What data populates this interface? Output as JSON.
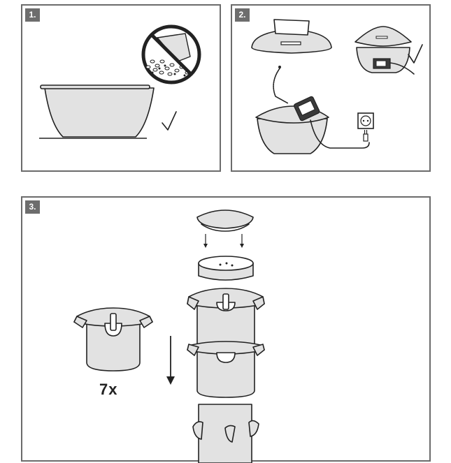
{
  "steps": [
    {
      "number": "1."
    },
    {
      "number": "2."
    },
    {
      "number": "3."
    }
  ],
  "step3": {
    "stack_count": "7x"
  },
  "colors": {
    "border": "#6b6b6b",
    "badge": "#6d6d6d",
    "fill": "#e2e2e2",
    "line": "#222222"
  },
  "icons": [
    "no-grain-icon",
    "check-icon",
    "power-socket-icon",
    "plug-icon",
    "down-arrow-icon"
  ]
}
